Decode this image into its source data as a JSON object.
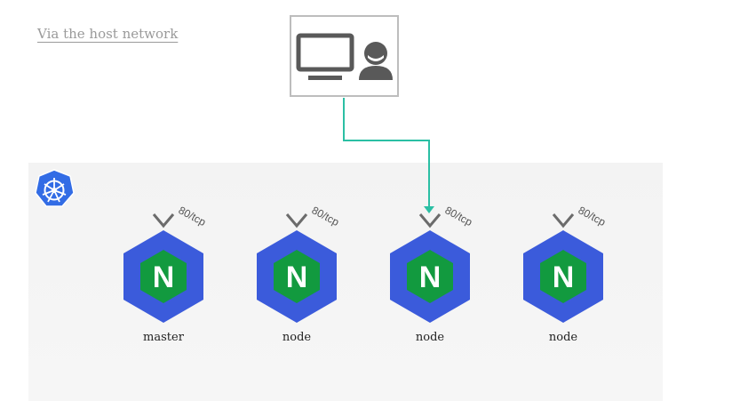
{
  "title": "Via the host network",
  "client": {
    "icons": [
      "monitor-icon",
      "user-icon"
    ]
  },
  "cluster": {
    "logo_icon": "kubernetes-wheel-icon"
  },
  "nodes": [
    {
      "label": "master",
      "port": "80/tcp",
      "icon": "nginx-icon"
    },
    {
      "label": "node",
      "port": "80/tcp",
      "icon": "nginx-icon"
    },
    {
      "label": "node",
      "port": "80/tcp",
      "icon": "nginx-icon"
    },
    {
      "label": "node",
      "port": "80/tcp",
      "icon": "nginx-icon"
    }
  ],
  "connection": {
    "target_node_index": 2
  },
  "colors": {
    "title": "#9a9a9a",
    "hexagon_blue": "#3b5bdb",
    "nginx_green": "#129a3f",
    "arrow_teal": "#2bbfa4",
    "kubernetes_blue": "#326ce5",
    "box_border": "#bdbdbd",
    "cluster_bg": "#f4f4f4"
  }
}
